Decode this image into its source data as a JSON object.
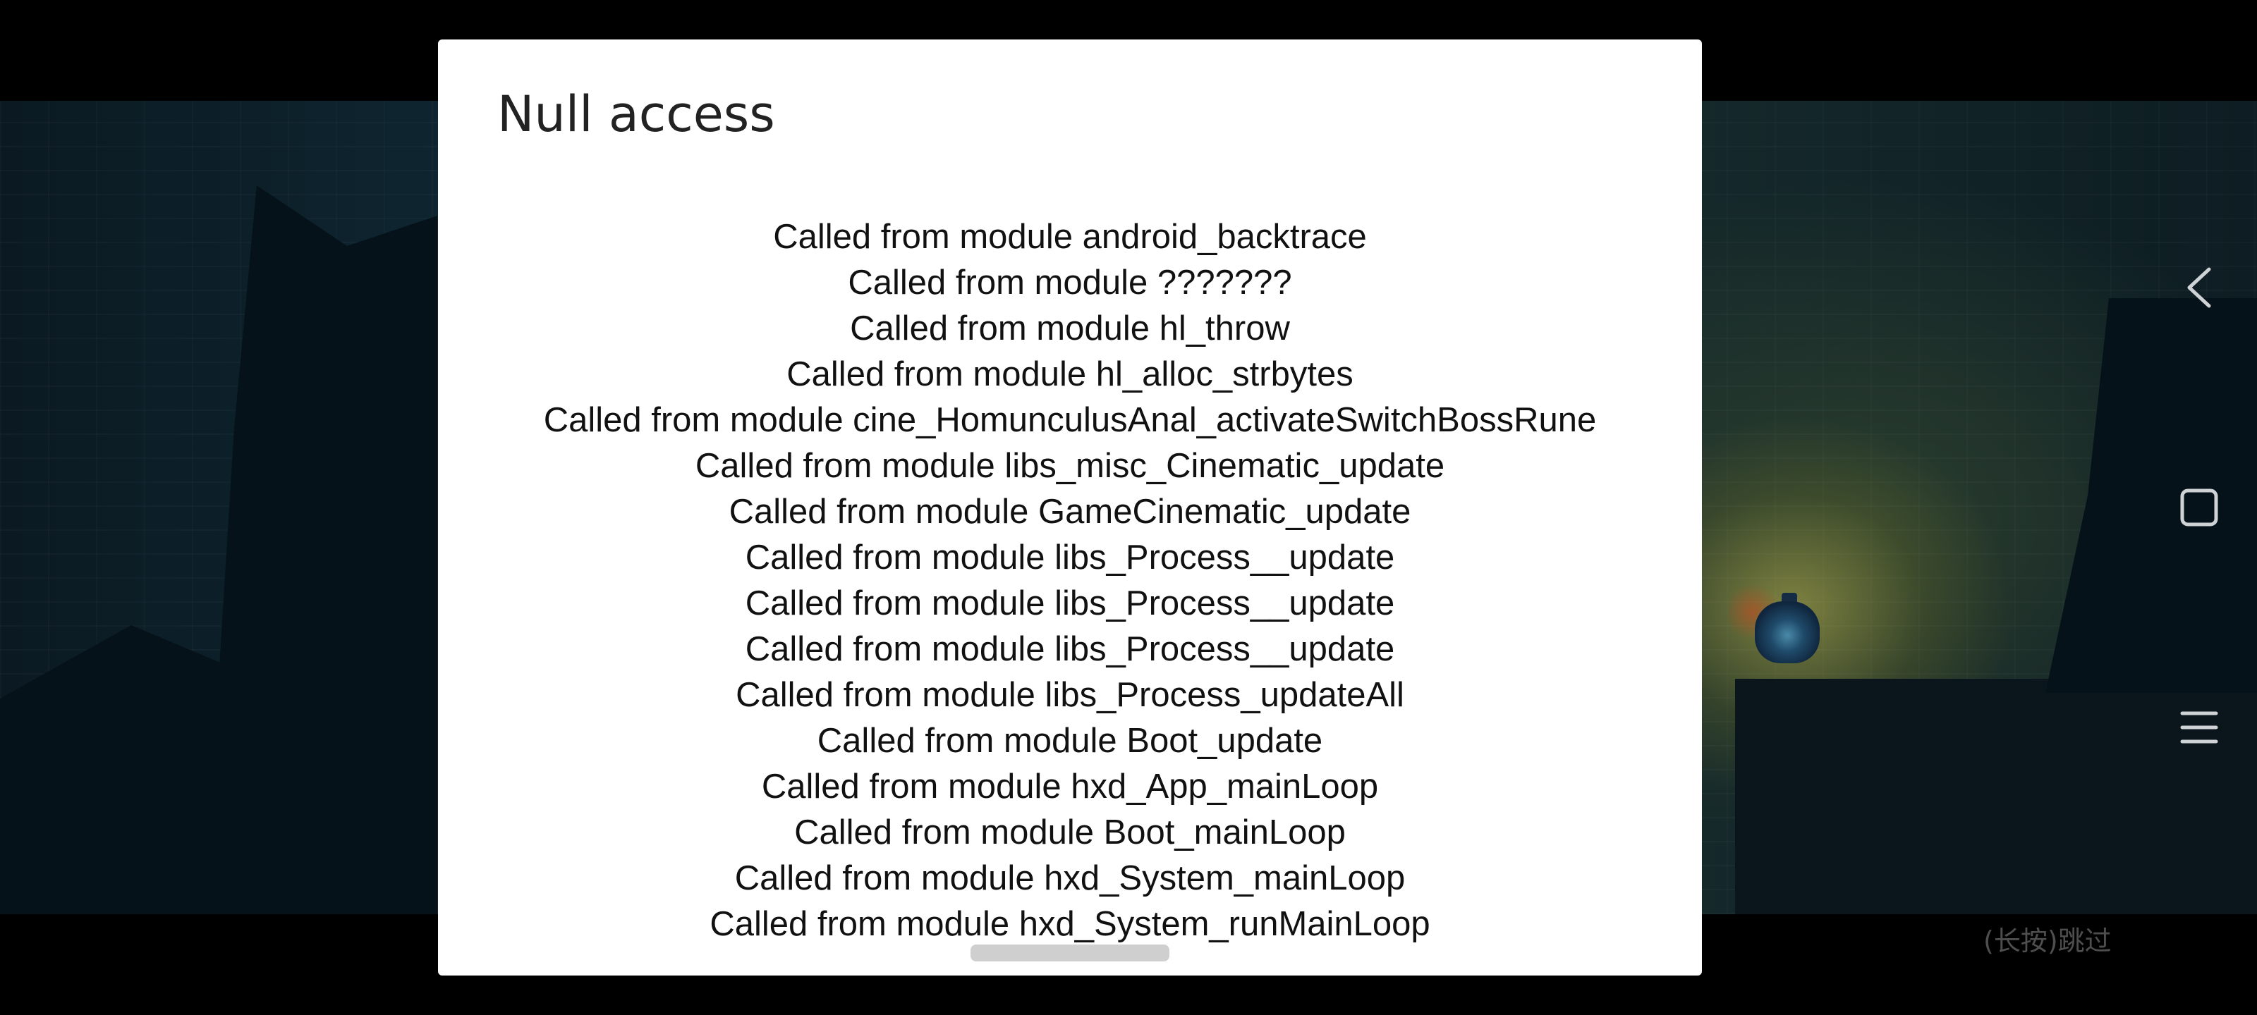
{
  "dialog": {
    "title": "Null access",
    "trace_lines": [
      "Called from module android_backtrace",
      "Called from module ???????",
      "Called from module hl_throw",
      "Called from module hl_alloc_strbytes",
      "Called from module cine_HomunculusAnal_activateSwitchBossRune",
      "Called from module libs_misc_Cinematic_update",
      "Called from module GameCinematic_update",
      "Called from module libs_Process__update",
      "Called from module libs_Process__update",
      "Called from module libs_Process__update",
      "Called from module libs_Process_updateAll",
      "Called from module Boot_update",
      "Called from module hxd_App_mainLoop",
      "Called from module Boot_mainLoop",
      "Called from module hxd_System_mainLoop",
      "Called from module hxd_System_runMainLoop"
    ]
  },
  "overlay": {
    "skip_hint": "(长按)跳过"
  },
  "nav": {
    "back_icon": "chevron-left-icon",
    "home_icon": "square-icon",
    "menu_icon": "hamburger-menu-icon"
  },
  "colors": {
    "dialog_bg": "#ffffff",
    "title_text": "#222222",
    "body_text": "#111111",
    "nav_icon": "#cfd3d6",
    "skip_hint": "#4e4e4e"
  }
}
